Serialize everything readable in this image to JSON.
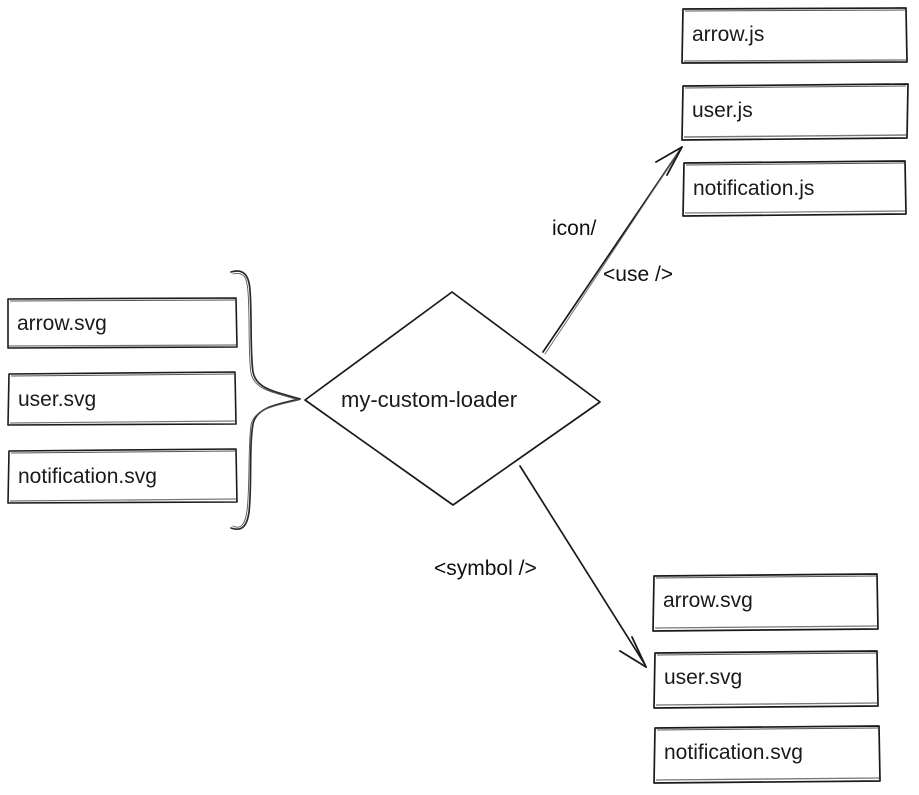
{
  "diagram": {
    "type": "flow-diagram",
    "style": "hand-drawn-sketch",
    "background_color": "#ffffff",
    "stroke_color": "#1a1a1a",
    "text_color": "#1a1a1a",
    "center_node": {
      "shape": "diamond",
      "label": "my-custom-loader"
    },
    "input_group": {
      "grouping": "curly-brace",
      "boxes": [
        {
          "label": "arrow.svg"
        },
        {
          "label": "user.svg"
        },
        {
          "label": "notification.svg"
        }
      ]
    },
    "edges": [
      {
        "direction": "up-right",
        "label_lines": [
          "icon/",
          "<use />"
        ],
        "target_group": "js-outputs"
      },
      {
        "direction": "down-right",
        "label_lines": [
          "<symbol />"
        ],
        "target_group": "svg-outputs"
      }
    ],
    "output_groups": [
      {
        "id": "js-outputs",
        "boxes": [
          {
            "label": "arrow.js"
          },
          {
            "label": "user.js"
          },
          {
            "label": "notification.js"
          }
        ]
      },
      {
        "id": "svg-outputs",
        "boxes": [
          {
            "label": "arrow.svg"
          },
          {
            "label": "user.svg"
          },
          {
            "label": "notification.svg"
          }
        ]
      }
    ]
  }
}
